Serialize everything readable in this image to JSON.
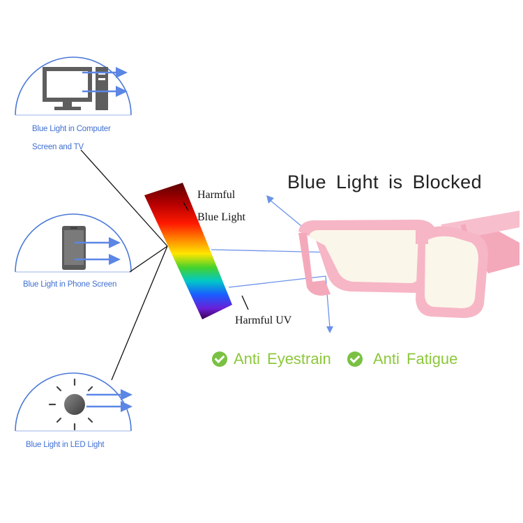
{
  "headline": "Blue Light is Blocked",
  "sources": [
    {
      "caption_line1": "Blue Light in Computer",
      "caption_line2": "Screen and TV",
      "icon": "monitor-icon"
    },
    {
      "caption": "Blue Light in Phone Screen",
      "icon": "phone-icon"
    },
    {
      "caption": "Blue Light in LED Light",
      "icon": "sun-icon"
    }
  ],
  "spectrum": {
    "top_label_line1": "Harmful",
    "top_label_line2": "Blue Light",
    "bottom_label": "Harmful UV"
  },
  "benefits": [
    "Anti Eyestrain",
    "Anti Fatigue"
  ],
  "colors": {
    "accent_blue": "#3f6fd1",
    "arc_blue": "#4a78d8",
    "frame_pink": "#f6b6c6",
    "check_green": "#7ac143",
    "benefit_text": "#8cc83a"
  }
}
